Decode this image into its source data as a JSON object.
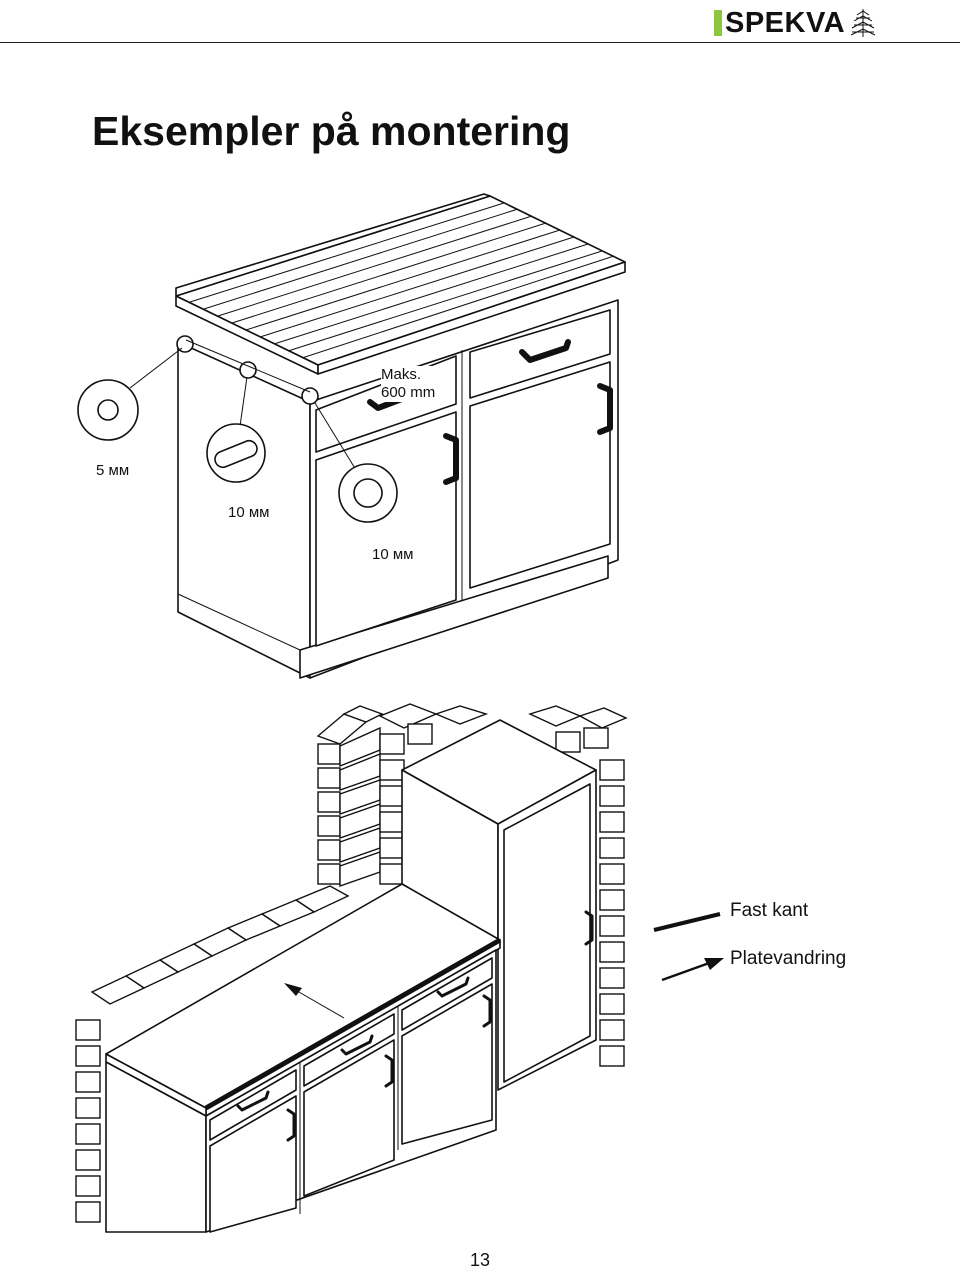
{
  "header": {
    "brand": "SPEKVA",
    "accent_color": "#8dc63f"
  },
  "page_title": "Eksempler på montering",
  "figure1": {
    "max_label_line1": "Maks.",
    "max_label_line2": "600 mm",
    "detail_labels": [
      "5 мм",
      "10 мм",
      "10 мм"
    ]
  },
  "figure2": {
    "legend": {
      "fixed_edge": "Fast kant",
      "movement": "Platevandring"
    }
  },
  "page_number": "13"
}
